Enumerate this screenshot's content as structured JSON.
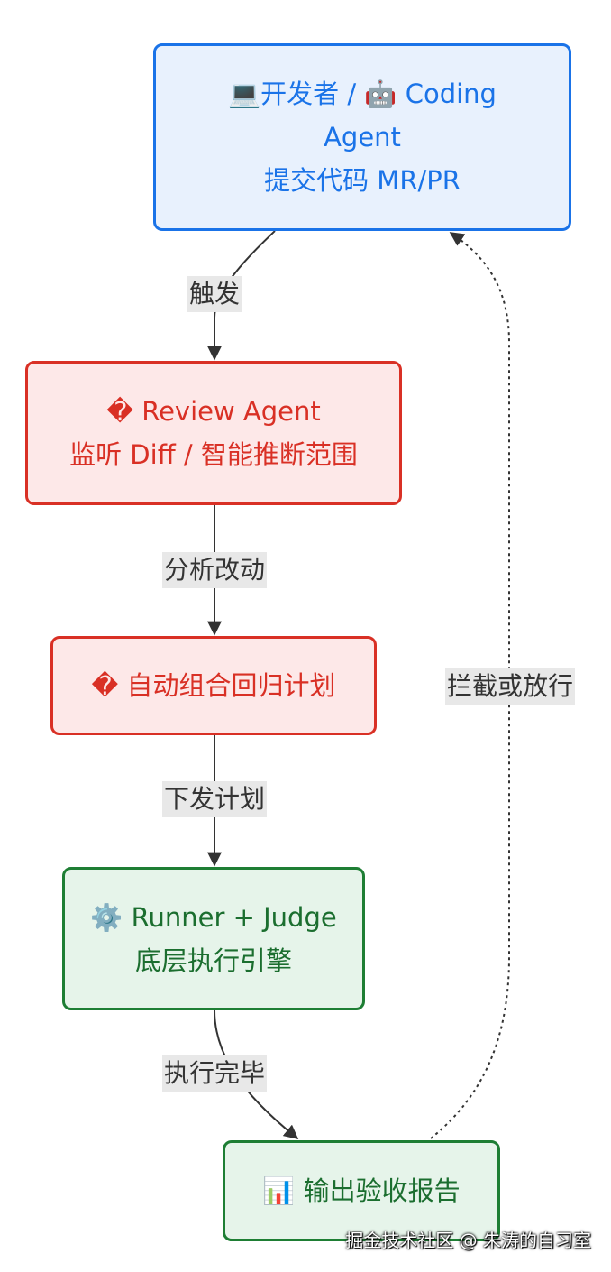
{
  "nodes": {
    "developer": {
      "line1_icon": "💻",
      "line1_text": "开发者 / ",
      "line1_icon2": "🤖",
      "line1_text2": " Coding",
      "line2": "Agent",
      "line3": "提交代码 MR/PR"
    },
    "review_agent": {
      "icon": "�",
      "line1": " Review Agent",
      "line2": "监听 Diff / 智能推断范围"
    },
    "regression_plan": {
      "icon": "�",
      "line1": " 自动组合回归计划"
    },
    "runner_judge": {
      "icon": "⚙️",
      "line1": " Runner + Judge",
      "line2": "底层执行引擎"
    },
    "report": {
      "icon": "📊",
      "line1": " 输出验收报告"
    }
  },
  "edges": {
    "trigger": "触发",
    "analyze": "分析改动",
    "dispatch": "下发计划",
    "done": "执行完毕",
    "gate": "拦截或放行"
  },
  "watermark": "掘金技术社区 @ 朱涛的自习室",
  "colors": {
    "blue": "#1a73e8",
    "red": "#d93025",
    "green": "#1e7e34",
    "edge": "#333333"
  }
}
